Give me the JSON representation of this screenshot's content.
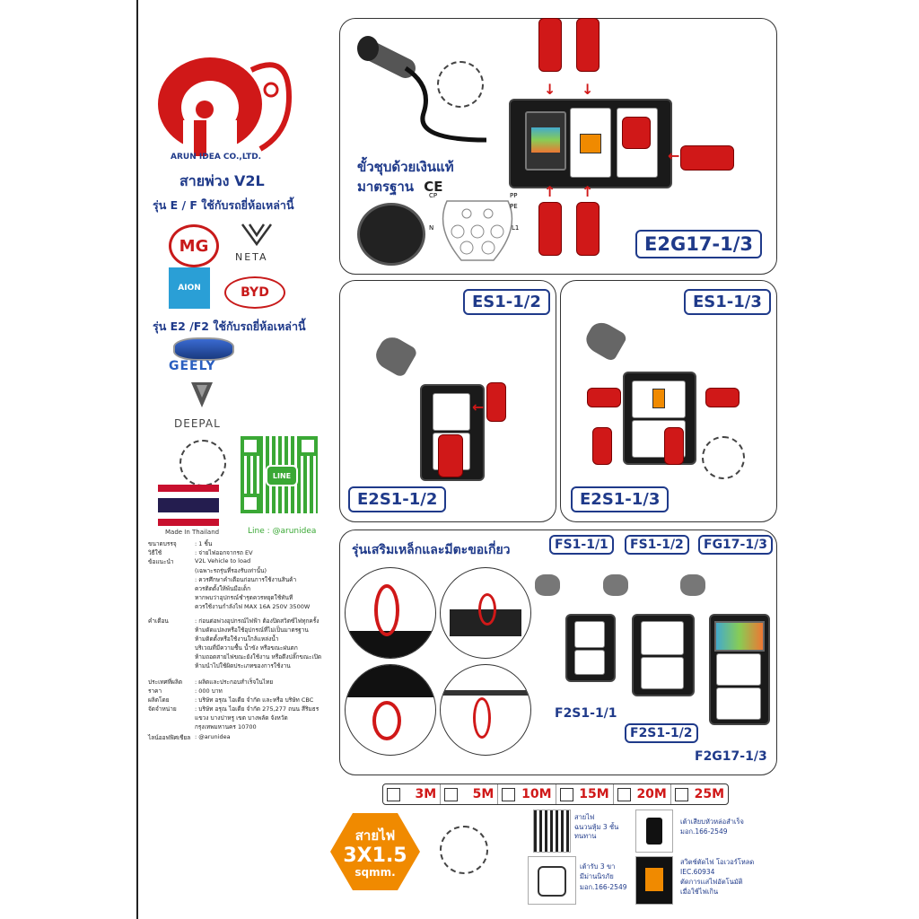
{
  "brand": {
    "company": "ARUN IDEA CO.,LTD.",
    "product_title": "สายพ่วง V2L",
    "series_ef": "รุ่น E / F ใช้กับรถยี่ห้อเหล่านี้",
    "series_e2f2": "รุ่น E2 /F2 ใช้กับรถยี่ห้อเหล่านี้",
    "made_in": "Made In Thailand",
    "line_id": "Line : @arunidea",
    "line_badge": "LINE"
  },
  "car_brands": {
    "mg": "MG",
    "neta": "NETA",
    "aion": "AION",
    "byd": "BYD",
    "geely": "GEELY",
    "deepal": "DEEPAL"
  },
  "specs": [
    {
      "k": "ขนาดบรรจุ",
      "v": ": 1 ชิ้น"
    },
    {
      "k": "วิธีใช้",
      "v": ": จ่ายไฟออกจากรถ EV"
    },
    {
      "k": "ข้อแนะนำ",
      "v": "V2L Vehicle to load"
    },
    {
      "k": "",
      "v": "(เฉพาะรถรุ่นที่รองรับเท่านั้น)"
    },
    {
      "k": "",
      "v": ": ควรศึกษาคำเตือนก่อนการใช้งานสินค้า"
    },
    {
      "k": "",
      "v": "ควรติดตั้งให้พ้นมือเด็ก"
    },
    {
      "k": "",
      "v": "หากพบว่าอุปกรณ์ชำรุดควรหยุดใช้ทันที"
    },
    {
      "k": "",
      "v": "ควรใช้งานกำลังไฟ MAX 16A 250V 3500W"
    },
    {
      "k": "คำเตือน",
      "v": ": ก่อนต่อพ่วงอุปกรณ์ไฟฟ้า ต้องปิดสวิตซ์ไฟทุกครั้ง"
    },
    {
      "k": "",
      "v": "ห้ามดัดแปลงหรือใช้อุปกรณ์ที่ไม่เป็นมาตรฐาน"
    },
    {
      "k": "",
      "v": "ห้ามติดตั้งหรือใช้งานใกล้แหล่งน้ำ"
    },
    {
      "k": "",
      "v": "บริเวณที่มีความชื้น น้ำขัง หรือขณะฝนตก"
    },
    {
      "k": "",
      "v": "ห้ามถอดสายไฟขณะยังใช้งาน หรือดึงปลั๊กขณะเปิด"
    },
    {
      "k": "",
      "v": "ห้ามนำไปใช้ผิดประเภทของการใช้งาน"
    },
    {
      "k": "ประเทศที่ผลิต",
      "v": ": ผลิตและประกอบสำเร็จในไทย"
    },
    {
      "k": "ราคา",
      "v": ": 000 บาท"
    },
    {
      "k": "ผลิตโดย",
      "v": ": บริษัท อรุณ ไอเดีย จำกัด และหรือ บริษัท CBC"
    },
    {
      "k": "จัดจำหน่าย",
      "v": ": บริษัท อรุณ ไอเดีย จำกัด 275,277 ถนน สีริมธร"
    },
    {
      "k": "",
      "v": "แขวง บางปาหรู เขต บางพลัด จังหวัด"
    },
    {
      "k": "",
      "v": "กรุงเทพมหานคร 10700"
    },
    {
      "k": "ไลน์ออฟฟิศเชียล",
      "v": ": @arunidea"
    }
  ],
  "top_panel": {
    "silver_text": "ขั้วชุบด้วยเงินแท้",
    "standard_text": "มาตรฐาน",
    "ce": "CE",
    "pins": {
      "cp": "CP",
      "pp": "PP",
      "pe": "PE",
      "n": "N",
      "l1": "L1"
    },
    "model": "E2G17-1/3"
  },
  "mid_panels": {
    "left_model_top": "ES1-1/2",
    "left_model_bottom": "E2S1-1/2",
    "right_model_top": "ES1-1/3",
    "right_model_bottom": "E2S1-1/3"
  },
  "hook_panel": {
    "title": "รุ่นเสริมเหล็กและมีตะขอเกี่ยว",
    "models_top": [
      "FS1-1/1",
      "FS1-1/2",
      "FG17-1/3"
    ],
    "models_bottom": [
      "F2S1-1/1",
      "F2S1-1/2",
      "F2G17-1/3"
    ]
  },
  "lengths": [
    "3M",
    "5M",
    "10M",
    "15M",
    "20M",
    "25M"
  ],
  "cable_badge": {
    "line1": "สายไฟ",
    "line2": "3X1.5",
    "line3": "sqmm."
  },
  "features": {
    "cable": "สายไฟ\nฉนวนหุ้ม 3 ชั้น\nทนทาน",
    "plug": "เต้าเสียบหัวหล่อสำเร็จ\nมอก.166-2549",
    "socket": "เต้ารับ 3 ขา\nมีม่านนิรภัย\nมอก.166-2549",
    "breaker": "สวิตช์ตัดไฟ โอเวอร์โหลด\nIEC.60934\nตัดการเเสไฟอัตโนมัติ\nเมื่อใช้ไฟเกิน"
  },
  "colors": {
    "accent_red": "#d01818",
    "brand_blue": "#1f3a8a",
    "badge_orange": "#f08a00",
    "text_dark": "#222222"
  }
}
